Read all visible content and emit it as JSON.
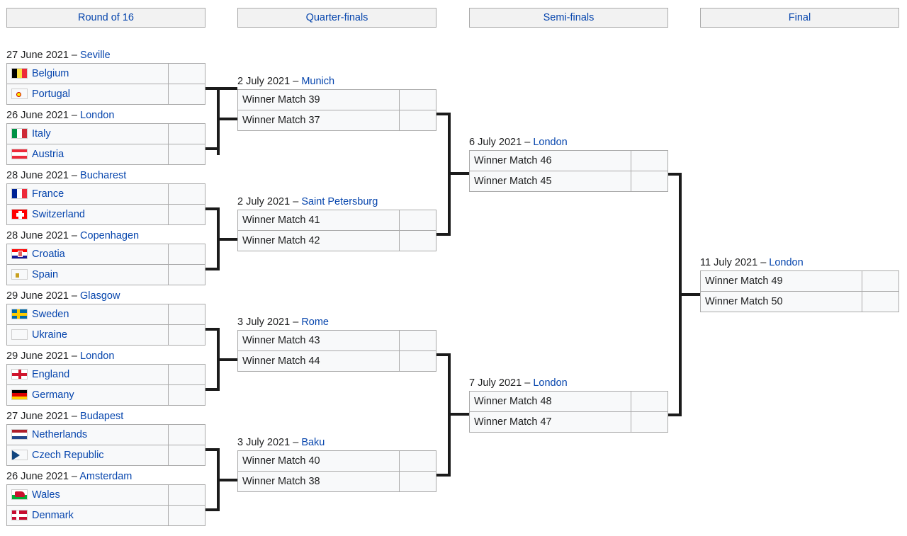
{
  "rounds": [
    {
      "id": "round-of-16",
      "label": "Round of 16"
    },
    {
      "id": "quarter-finals",
      "label": "Quarter-finals"
    },
    {
      "id": "semi-finals",
      "label": "Semi-finals"
    },
    {
      "id": "final",
      "label": "Final"
    }
  ],
  "round16": [
    {
      "date": "27 June 2021",
      "dash": "–",
      "venue": "Seville",
      "teams": [
        {
          "name": "Belgium",
          "flag": "belgium-flag",
          "score": ""
        },
        {
          "name": "Portugal",
          "flag": "portugal-flag",
          "score": ""
        }
      ]
    },
    {
      "date": "26 June 2021",
      "dash": "–",
      "venue": "London",
      "teams": [
        {
          "name": "Italy",
          "flag": "italy-flag",
          "score": ""
        },
        {
          "name": "Austria",
          "flag": "austria-flag",
          "score": ""
        }
      ]
    },
    {
      "date": "28 June 2021",
      "dash": "–",
      "venue": "Bucharest",
      "teams": [
        {
          "name": "France",
          "flag": "france-flag",
          "score": ""
        },
        {
          "name": "Switzerland",
          "flag": "switzerland-flag",
          "score": ""
        }
      ]
    },
    {
      "date": "28 June 2021",
      "dash": "–",
      "venue": "Copenhagen",
      "teams": [
        {
          "name": "Croatia",
          "flag": "croatia-flag",
          "score": ""
        },
        {
          "name": "Spain",
          "flag": "spain-flag",
          "score": ""
        }
      ]
    },
    {
      "date": "29 June 2021",
      "dash": "–",
      "venue": "Glasgow",
      "teams": [
        {
          "name": "Sweden",
          "flag": "sweden-flag",
          "score": ""
        },
        {
          "name": "Ukraine",
          "flag": "ukraine-flag",
          "score": ""
        }
      ]
    },
    {
      "date": "29 June 2021",
      "dash": "–",
      "venue": "London",
      "teams": [
        {
          "name": "England",
          "flag": "england-flag",
          "score": ""
        },
        {
          "name": "Germany",
          "flag": "germany-flag",
          "score": ""
        }
      ]
    },
    {
      "date": "27 June 2021",
      "dash": "–",
      "venue": "Budapest",
      "teams": [
        {
          "name": "Netherlands",
          "flag": "netherlands-flag",
          "score": ""
        },
        {
          "name": "Czech Republic",
          "flag": "czech-republic-flag",
          "score": ""
        }
      ]
    },
    {
      "date": "26 June 2021",
      "dash": "–",
      "venue": "Amsterdam",
      "teams": [
        {
          "name": "Wales",
          "flag": "wales-flag",
          "score": ""
        },
        {
          "name": "Denmark",
          "flag": "denmark-flag",
          "score": ""
        }
      ]
    }
  ],
  "quarterfinals": [
    {
      "date": "2 July 2021",
      "dash": "–",
      "venue": "Munich",
      "teams": [
        {
          "name": "Winner Match 39",
          "score": ""
        },
        {
          "name": "Winner Match 37",
          "score": ""
        }
      ]
    },
    {
      "date": "2 July 2021",
      "dash": "–",
      "venue": "Saint Petersburg",
      "teams": [
        {
          "name": "Winner Match 41",
          "score": ""
        },
        {
          "name": "Winner Match 42",
          "score": ""
        }
      ]
    },
    {
      "date": "3 July 2021",
      "dash": "–",
      "venue": "Rome",
      "teams": [
        {
          "name": "Winner Match 43",
          "score": ""
        },
        {
          "name": "Winner Match 44",
          "score": ""
        }
      ]
    },
    {
      "date": "3 July 2021",
      "dash": "–",
      "venue": "Baku",
      "teams": [
        {
          "name": "Winner Match 40",
          "score": ""
        },
        {
          "name": "Winner Match 38",
          "score": ""
        }
      ]
    }
  ],
  "semifinals": [
    {
      "date": "6 July 2021",
      "dash": "–",
      "venue": "London",
      "teams": [
        {
          "name": "Winner Match 46",
          "score": ""
        },
        {
          "name": "Winner Match 45",
          "score": ""
        }
      ]
    },
    {
      "date": "7 July 2021",
      "dash": "–",
      "venue": "London",
      "teams": [
        {
          "name": "Winner Match 48",
          "score": ""
        },
        {
          "name": "Winner Match 47",
          "score": ""
        }
      ]
    }
  ],
  "final": [
    {
      "date": "11 July 2021",
      "dash": "–",
      "venue": "London",
      "teams": [
        {
          "name": "Winner Match 49",
          "score": ""
        },
        {
          "name": "Winner Match 50",
          "score": ""
        }
      ]
    }
  ],
  "colors": {
    "link": "#0645ad",
    "text": "#202122",
    "cell_bg": "#f8f9fa",
    "header_bg": "#f2f2f2",
    "border": "#aaaaaa",
    "connector": "#1b1b1b"
  }
}
